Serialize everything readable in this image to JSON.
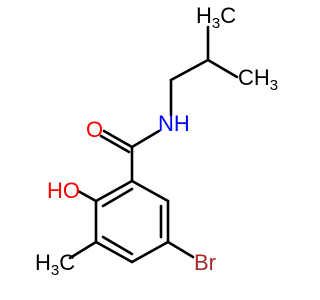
{
  "molecule": {
    "atom_labels": {
      "carbonyl_oxygen": "O",
      "amide_nitrogen": "NH",
      "hydroxyl": "HO",
      "bromine": "Br",
      "methyl_top_h": "H",
      "methyl_top_sub": "3",
      "methyl_top_c": "C",
      "methyl_right_c": "CH",
      "methyl_right_sub": "3",
      "methyl_ring_h": "H",
      "methyl_ring_sub": "3",
      "methyl_ring_c": "C"
    },
    "colors": {
      "bond": "#000000",
      "oxygen": "#ff0000",
      "nitrogen": "#0000ff",
      "bromine": "#a52a2a",
      "carbon": "#000000"
    }
  }
}
